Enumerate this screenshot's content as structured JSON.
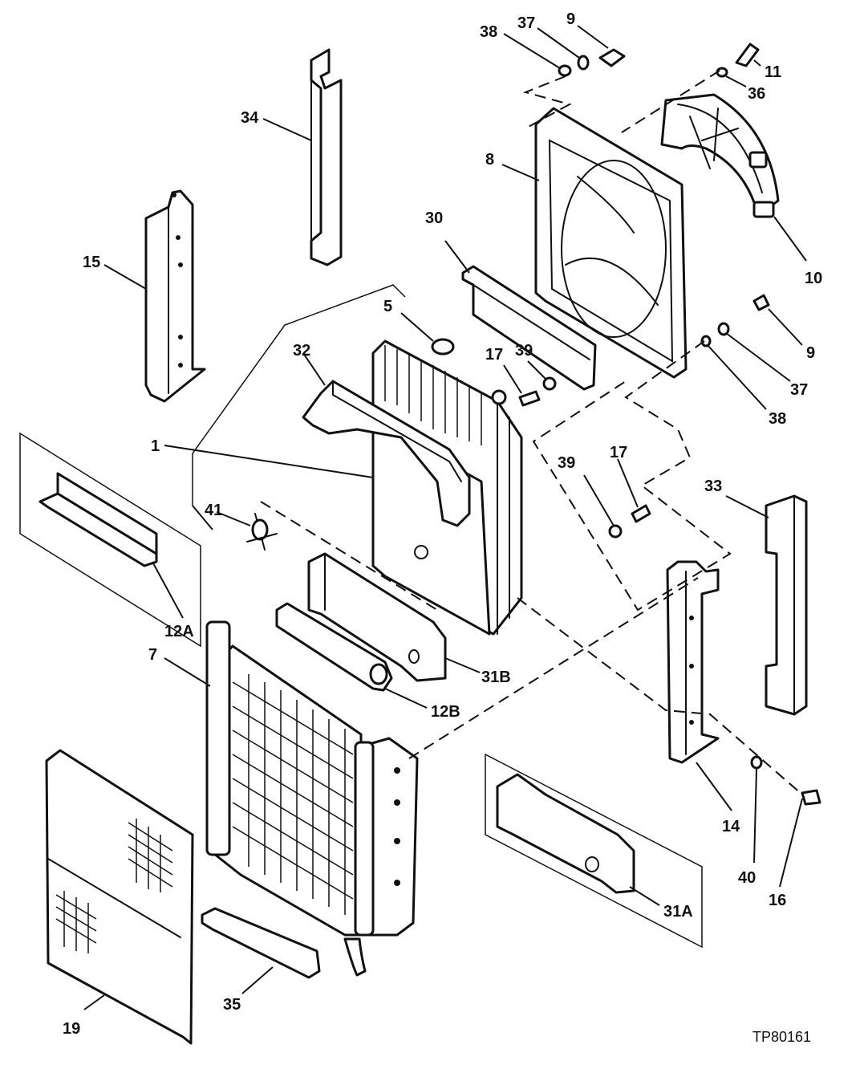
{
  "drawing_code": "TP80161",
  "callouts": [
    "1",
    "5",
    "7",
    "8",
    "9",
    "9",
    "10",
    "11",
    "12A",
    "12B",
    "14",
    "15",
    "16",
    "17",
    "17",
    "19",
    "30",
    "31A",
    "31B",
    "32",
    "33",
    "34",
    "35",
    "36",
    "37",
    "37",
    "38",
    "38",
    "39",
    "39",
    "40",
    "41"
  ]
}
